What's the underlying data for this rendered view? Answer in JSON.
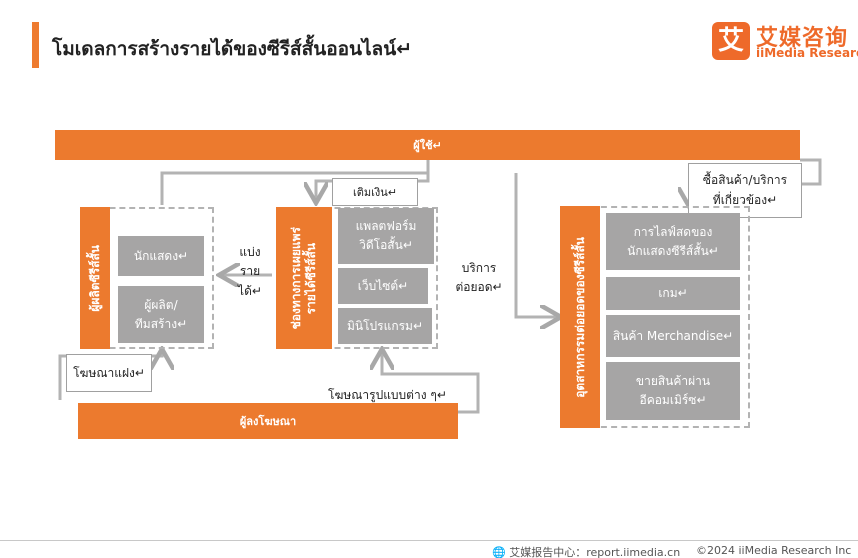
{
  "header": {
    "title": "โมเดลการสร้างรายได้ของซีรีส์สั้นออนไลน์↵"
  },
  "logo": {
    "mark": "艾",
    "name_cn": "艾媒咨询",
    "name_en": "iiMedia Research"
  },
  "diagram": {
    "user_bar": "ผู้ใช้↵",
    "creator_side": "ผู้ผลิตซีรีส์สั้น",
    "creator_items": [
      "นักแสดง↵",
      "ผู้ผลิต/\nทีมสร้าง↵"
    ],
    "split_revenue": "แบ่ง\nรายได้↵",
    "distribution_side": "ช่องทางการเผยแพร่\nรายได้ซีรีส์สั้น",
    "distribution_top_label": "เติมเงิน↵",
    "distribution_items": [
      "แพลตฟอร์ม\nวิดีโอสั้น↵",
      "เว็บไซต์↵",
      "มินิโปรแกรม↵"
    ],
    "value_added": "บริการ\nต่อยอด↵",
    "purchase_label": "ซื้อสินค้า/บริการ\nที่เกี่ยวข้อง↵",
    "industry_side": "อุตสาหกรรมต่อยอดของซีรีส์สั้น",
    "industry_items": [
      "การไลฟ์สดของ\nนักแสดงซีรีส์สั้น↵",
      "เกม↵",
      "สินค้า Merchandise↵",
      "ขายสินค้าผ่าน\nอีคอมเมิร์ซ↵"
    ],
    "product_placement": "โฆษณาแฝง↵",
    "ad_forms": "โฆษณารูปแบบต่าง ๆ↵",
    "advertisers_bar": "ผู้ลงโฆษณา"
  },
  "footer": {
    "source": "艾媒报告中心：report.iimedia.cn",
    "copyright": "©2024 iiMedia Research Inc"
  },
  "colors": {
    "accent": "#ec7a2e",
    "box_gray": "#a6a5a5",
    "line_gray": "#b3b3b3"
  }
}
